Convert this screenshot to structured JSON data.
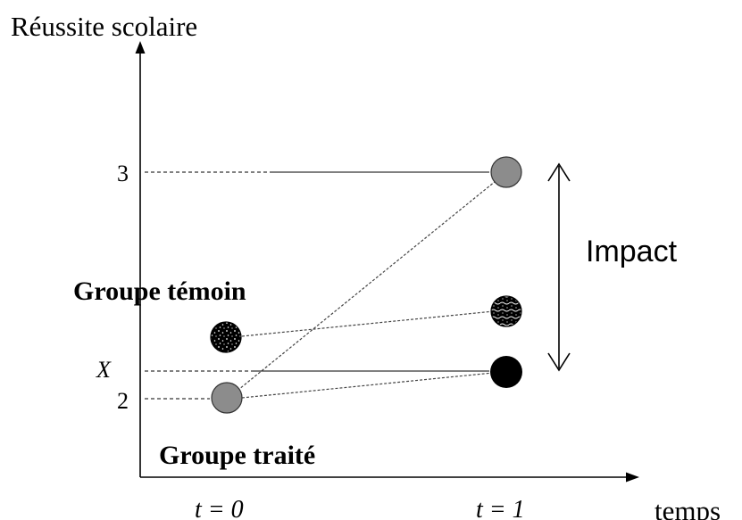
{
  "y_axis_label": "Réussite scolaire",
  "x_axis_label": "temps",
  "y_ticks": {
    "three": "3",
    "x": "X",
    "two": "2"
  },
  "x_ticks": {
    "t0": "t = 0",
    "t1": "t = 1"
  },
  "group_labels": {
    "control": "Groupe témoin",
    "treated": "Groupe traité"
  },
  "impact_label": "Impact",
  "colors": {
    "treated_point": "#8c8c8c",
    "treated_actual": "#8c8c8c",
    "treated_counterfactual": "#000000",
    "control_point": "#000000",
    "axis": "#000000"
  }
}
